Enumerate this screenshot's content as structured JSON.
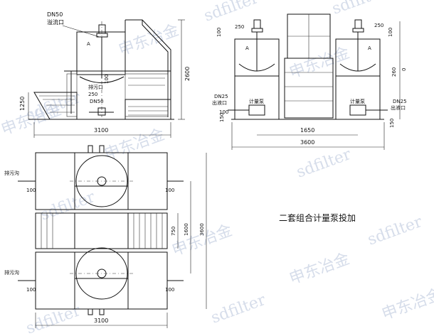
{
  "front_view": {
    "inlet_label_1": "DN50",
    "inlet_label_2": "溢流口",
    "section_mark": "A",
    "drain_label": "排污口",
    "drain_dn": "DN50",
    "dim_250": "250",
    "dim_100": "100",
    "height_left": "1250",
    "height_right": "2600",
    "width_bottom": "3100"
  },
  "side_view": {
    "dim_100_top": "100",
    "dim_250_left": "250",
    "dim_250_right": "250",
    "dim_100_right_top": "100",
    "mark_a_left": "A",
    "mark_a_right": "A",
    "dim_260": "260",
    "dim_0": "0",
    "outlet_left_dn": "DN25",
    "outlet_left": "出液口",
    "outlet_right_dn": "DN25",
    "outlet_right": "出液口",
    "pump_left": "计量泵",
    "pump_right": "计量泵",
    "dim_100_left_low": "100",
    "dim_150_left": "150",
    "dim_150_right": "150",
    "dim_1650": "1650",
    "dim_3600": "3600"
  },
  "plan_view": {
    "sewer_top": "排污沟",
    "sewer_bottom": "排污沟",
    "dim_100_a": "100",
    "dim_100_b": "100",
    "dim_100_c": "100",
    "dim_100_d": "100",
    "dim_750": "750",
    "dim_1600": "1600",
    "dim_3600": "3600",
    "dim_3100": "3100"
  },
  "caption": "二套组合计量泵投加",
  "watermarks": [
    "sdfilter",
    "申东冶金"
  ]
}
